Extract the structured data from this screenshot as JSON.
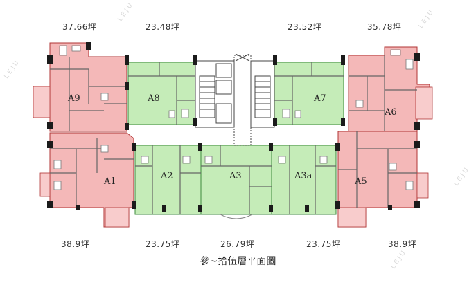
{
  "title": "參~拾伍層平面圖",
  "watermark": "LEJU",
  "colors": {
    "large_unit": "#f4b8b8",
    "small_unit": "#c5ecb8",
    "wall": "#666666",
    "pillar": "#1b1b1b",
    "large_border": "#c23a3a",
    "small_border": "#3d8a3d"
  },
  "areas_top": [
    "37.66坪",
    "23.48坪",
    "23.52坪",
    "35.78坪"
  ],
  "areas_bottom": [
    "38.9坪",
    "23.75坪",
    "26.79坪",
    "23.75坪",
    "38.9坪"
  ],
  "units": [
    "A9",
    "A8",
    "A7",
    "A6",
    "A1",
    "A2",
    "A3",
    "A3a",
    "A5"
  ]
}
